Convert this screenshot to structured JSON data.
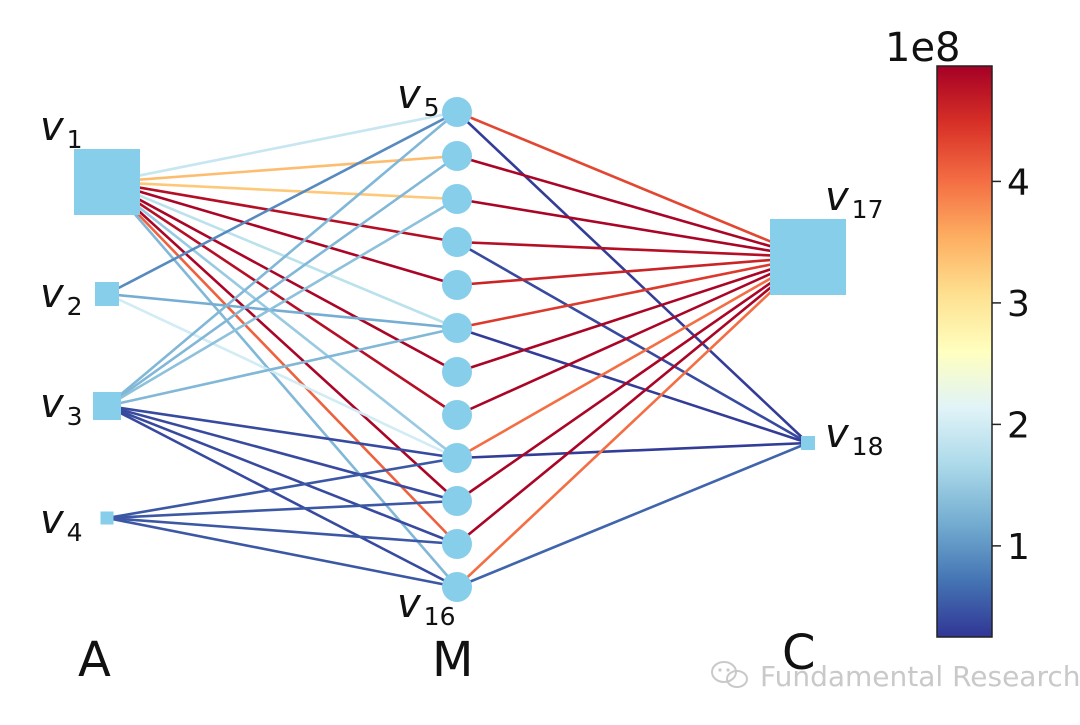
{
  "diagram": {
    "layers": {
      "A": {
        "label": "A",
        "nodes": [
          "v1",
          "v2",
          "v3",
          "v4"
        ]
      },
      "M": {
        "label": "M",
        "nodes": [
          "v5",
          "m6",
          "m7",
          "m8",
          "m9",
          "m10",
          "m11",
          "m12",
          "m13",
          "m14",
          "m15",
          "v16"
        ]
      },
      "C": {
        "label": "C",
        "nodes": [
          "v17",
          "v18"
        ]
      }
    },
    "node_labels": [
      {
        "node": "v1",
        "base": "v",
        "sub": "1"
      },
      {
        "node": "v2",
        "base": "v",
        "sub": "2"
      },
      {
        "node": "v3",
        "base": "v",
        "sub": "3"
      },
      {
        "node": "v4",
        "base": "v",
        "sub": "4"
      },
      {
        "node": "v5",
        "base": "v",
        "sub": "5"
      },
      {
        "node": "v16",
        "base": "v",
        "sub": "16"
      },
      {
        "node": "v17",
        "base": "v",
        "sub": "17"
      },
      {
        "node": "v18",
        "base": "v",
        "sub": "18"
      }
    ],
    "node_color": "#87ceeb",
    "edges": [
      [
        "v1",
        "v5",
        1.9
      ],
      [
        "v1",
        "m6",
        3.4
      ],
      [
        "v1",
        "m7",
        3.3
      ],
      [
        "v1",
        "m8",
        4.8
      ],
      [
        "v1",
        "m9",
        4.9
      ],
      [
        "v1",
        "m10",
        1.8
      ],
      [
        "v1",
        "m11",
        4.9
      ],
      [
        "v1",
        "m12",
        4.8
      ],
      [
        "v1",
        "m13",
        1.5
      ],
      [
        "v1",
        "m14",
        4.9
      ],
      [
        "v1",
        "m15",
        4.1
      ],
      [
        "v1",
        "v16",
        1.3
      ],
      [
        "v2",
        "v5",
        0.9
      ],
      [
        "v2",
        "m10",
        1.2
      ],
      [
        "v2",
        "m13",
        2.0
      ],
      [
        "v3",
        "v5",
        1.3
      ],
      [
        "v3",
        "m6",
        1.3
      ],
      [
        "v3",
        "m7",
        1.4
      ],
      [
        "v3",
        "m10",
        1.3
      ],
      [
        "v3",
        "m13",
        0.4
      ],
      [
        "v3",
        "m14",
        0.4
      ],
      [
        "v3",
        "m15",
        0.4
      ],
      [
        "v3",
        "v16",
        0.4
      ],
      [
        "v4",
        "m13",
        0.5
      ],
      [
        "v4",
        "m14",
        0.5
      ],
      [
        "v4",
        "m15",
        0.5
      ],
      [
        "v4",
        "v16",
        0.5
      ],
      [
        "v5",
        "v17",
        4.3
      ],
      [
        "v5",
        "v18",
        0.3
      ],
      [
        "m6",
        "v17",
        4.9
      ],
      [
        "m7",
        "v17",
        4.9
      ],
      [
        "m8",
        "v17",
        4.8
      ],
      [
        "m8",
        "v18",
        0.4
      ],
      [
        "m9",
        "v17",
        4.6
      ],
      [
        "m10",
        "v17",
        4.4
      ],
      [
        "m10",
        "v18",
        0.3
      ],
      [
        "m11",
        "v17",
        4.9
      ],
      [
        "m12",
        "v17",
        4.9
      ],
      [
        "m13",
        "v17",
        4.0
      ],
      [
        "m13",
        "v18",
        0.3
      ],
      [
        "m14",
        "v17",
        4.9
      ],
      [
        "m15",
        "v17",
        4.9
      ],
      [
        "v16",
        "v17",
        4.0
      ],
      [
        "v16",
        "v18",
        0.6
      ]
    ]
  },
  "colorbar": {
    "colormap": "RdYlBu_r",
    "min": 0.25,
    "max": 4.95,
    "exponent_label": "1e8",
    "ticks": [
      {
        "value": 1,
        "label": "1"
      },
      {
        "value": 2,
        "label": "2"
      },
      {
        "value": 3,
        "label": "3"
      },
      {
        "value": 4,
        "label": "4"
      }
    ],
    "stops": [
      "#313695",
      "#4575b4",
      "#74add1",
      "#abd9e9",
      "#e0f3f8",
      "#ffffbf",
      "#fee090",
      "#fdae61",
      "#f46d43",
      "#d73027",
      "#a50026"
    ]
  },
  "watermark": {
    "text": "Fundamental Research"
  }
}
